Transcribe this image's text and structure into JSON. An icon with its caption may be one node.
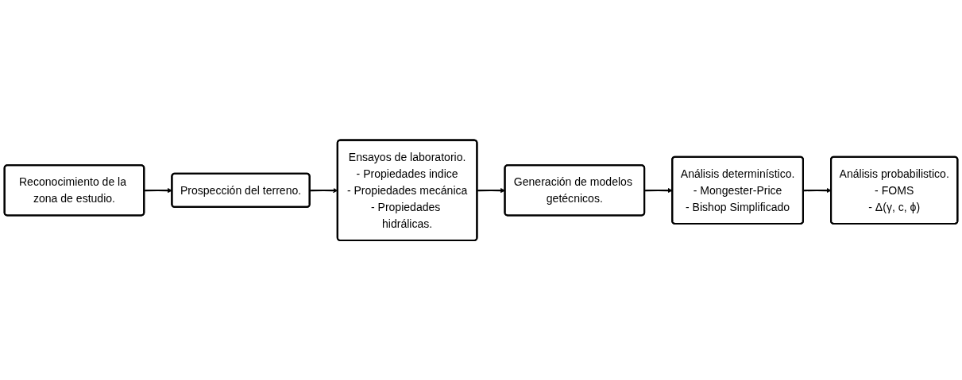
{
  "diagram": {
    "nodes": [
      {
        "text": [
          "Reconocimiento de la zona de estudio."
        ]
      },
      {
        "text": [
          "Prospección del terreno."
        ]
      },
      {
        "text": [
          "Ensayos de laboratorio.",
          "- Propiedades indice",
          "- Propiedades mecánica",
          "- Propiedades hidrálicas."
        ]
      },
      {
        "text": [
          "Análisis probabilistico.",
          "- FOMS",
          "- Δ(γ, c, ϕ)"
        ]
      },
      {
        "text": [
          "Análisis determinístico.",
          "- Mongester-Price",
          "- Bishop Simplificado"
        ]
      },
      {
        "text": [
          "Generación de modelos getécnicos."
        ]
      }
    ],
    "edges": [
      {
        "from": 0,
        "to": 1,
        "arrow": "to"
      },
      {
        "from": 1,
        "to": 2,
        "arrow": "to"
      },
      {
        "from": 2,
        "to": 5,
        "arrow": "to"
      },
      {
        "from": 5,
        "to": 4,
        "arrow": "to"
      },
      {
        "from": 4,
        "to": 3,
        "arrow": "to"
      }
    ]
  }
}
